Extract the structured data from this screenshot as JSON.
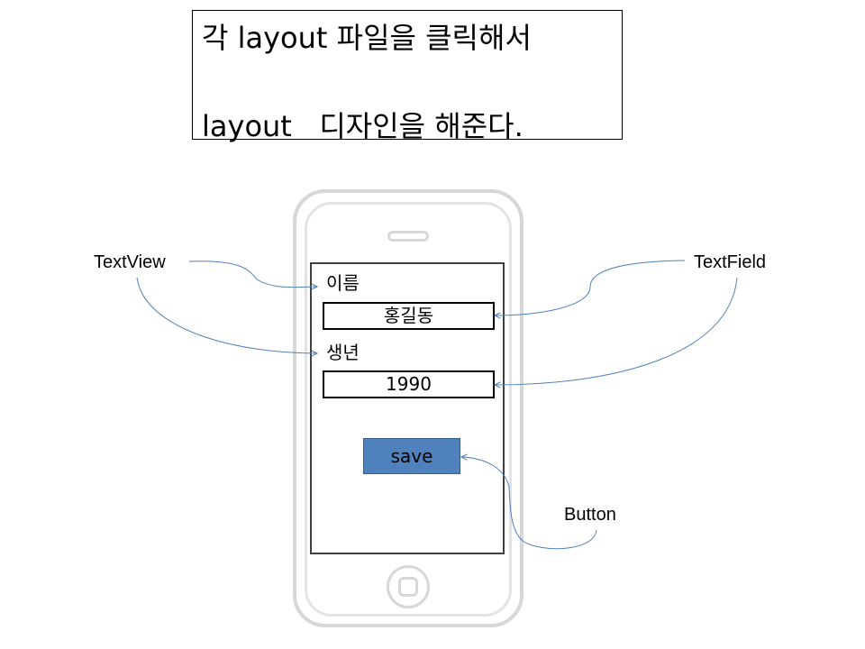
{
  "caption": {
    "line1": "각 layout 파일을 클릭해서",
    "line2": "layout   디자인을 해준다."
  },
  "form": {
    "name_label": "이름",
    "name_value": "홍길동",
    "year_label": "생년",
    "year_value": "1990",
    "save_label": "save"
  },
  "callouts": {
    "textview": "TextView",
    "textfield": "TextField",
    "button": "Button"
  },
  "colors": {
    "connector": "#4f81bd",
    "button_fill": "#4f81bd",
    "phone_outline": "#d7d7d7"
  }
}
